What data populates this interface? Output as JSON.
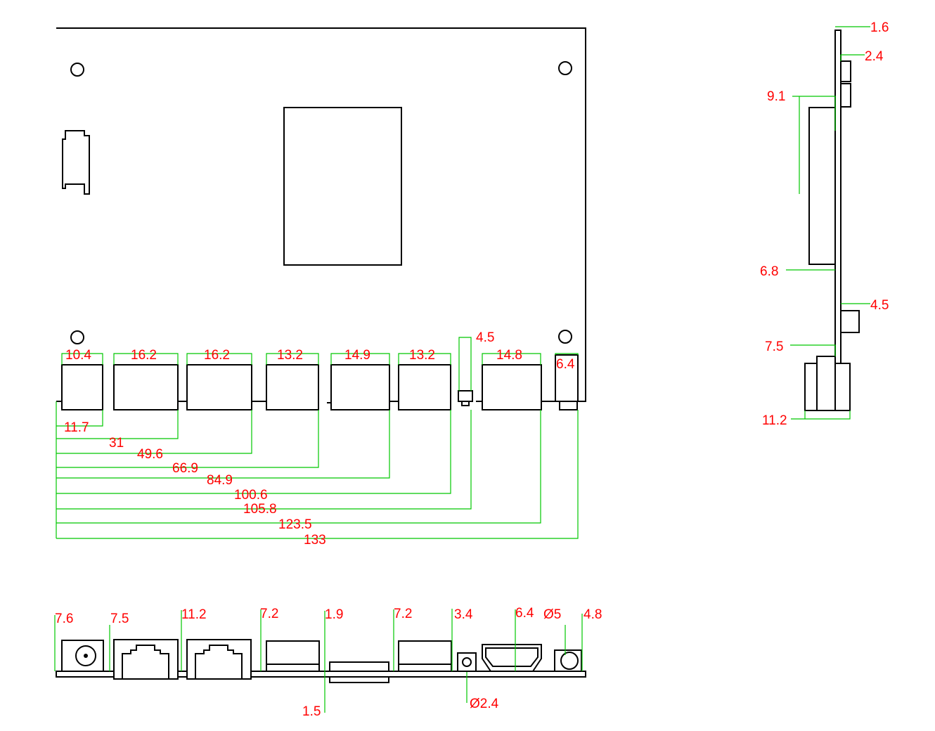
{
  "top_view": {
    "port_widths": [
      "10.4",
      "16.2",
      "16.2",
      "13.2",
      "14.9",
      "13.2",
      "4.5",
      "14.8",
      "6.4"
    ],
    "offsets": [
      "11.7",
      "31",
      "49.6",
      "66.9",
      "84.9",
      "100.6",
      "105.8",
      "123.5",
      "133"
    ]
  },
  "side_view": {
    "labels": [
      "1.6",
      "2.4",
      "9.1",
      "6.8",
      "4.5",
      "7.5",
      "11.2"
    ]
  },
  "front_view": {
    "heights": [
      "7.6",
      "7.5",
      "11.2",
      "7.2",
      "1.9",
      "7.2",
      "3.4",
      "6.4",
      "Ø5",
      "4.8"
    ],
    "bottom_labels": [
      "1.5",
      "Ø2.4"
    ]
  }
}
